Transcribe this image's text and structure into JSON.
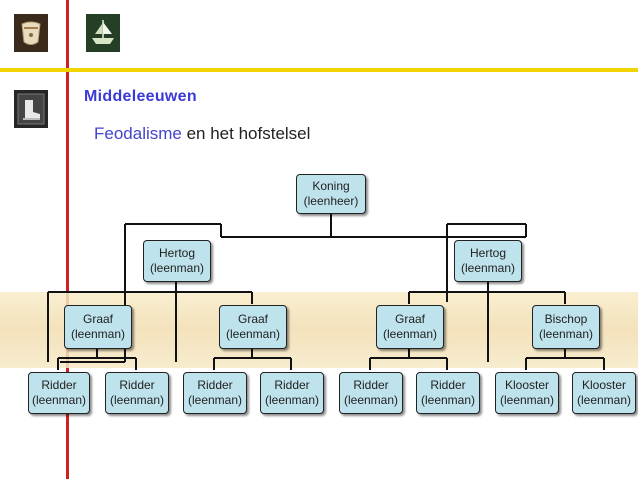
{
  "heading": "Middeleeuwen",
  "subtitle": {
    "highlight": "Feodalisme",
    "rest": " en het hofstelsel"
  },
  "colors": {
    "accent_blue": "#3a3ad6",
    "node_fill": "#bfe3ec",
    "red_rule": "#cc2222",
    "yellow_rule": "#f2d400"
  },
  "icons": [
    "pottery-icon",
    "ship-icon",
    "boot-icon"
  ],
  "org": {
    "koning": {
      "title": "Koning",
      "role": "(leenheer)"
    },
    "hertog_l": {
      "title": "Hertog",
      "role": "(leenman)"
    },
    "hertog_r": {
      "title": "Hertog",
      "role": "(leenman)"
    },
    "graaf_1": {
      "title": "Graaf",
      "role": "(leenman)"
    },
    "graaf_2": {
      "title": "Graaf",
      "role": "(leenman)"
    },
    "graaf_3": {
      "title": "Graaf",
      "role": "(leenman)"
    },
    "bischop": {
      "title": "Bischop",
      "role": "(leenman)"
    },
    "ridder_1": {
      "title": "Ridder",
      "role": "(leenman)"
    },
    "ridder_2": {
      "title": "Ridder",
      "role": "(leenman)"
    },
    "ridder_3": {
      "title": "Ridder",
      "role": "(leenman)"
    },
    "ridder_4": {
      "title": "Ridder",
      "role": "(leenman)"
    },
    "ridder_5": {
      "title": "Ridder",
      "role": "(leenman)"
    },
    "ridder_6": {
      "title": "Ridder",
      "role": "(leenman)"
    },
    "klooster_1": {
      "title": "Klooster",
      "role": "(leenman)"
    },
    "klooster_2": {
      "title": "Klooster",
      "role": "(leenman)"
    }
  }
}
